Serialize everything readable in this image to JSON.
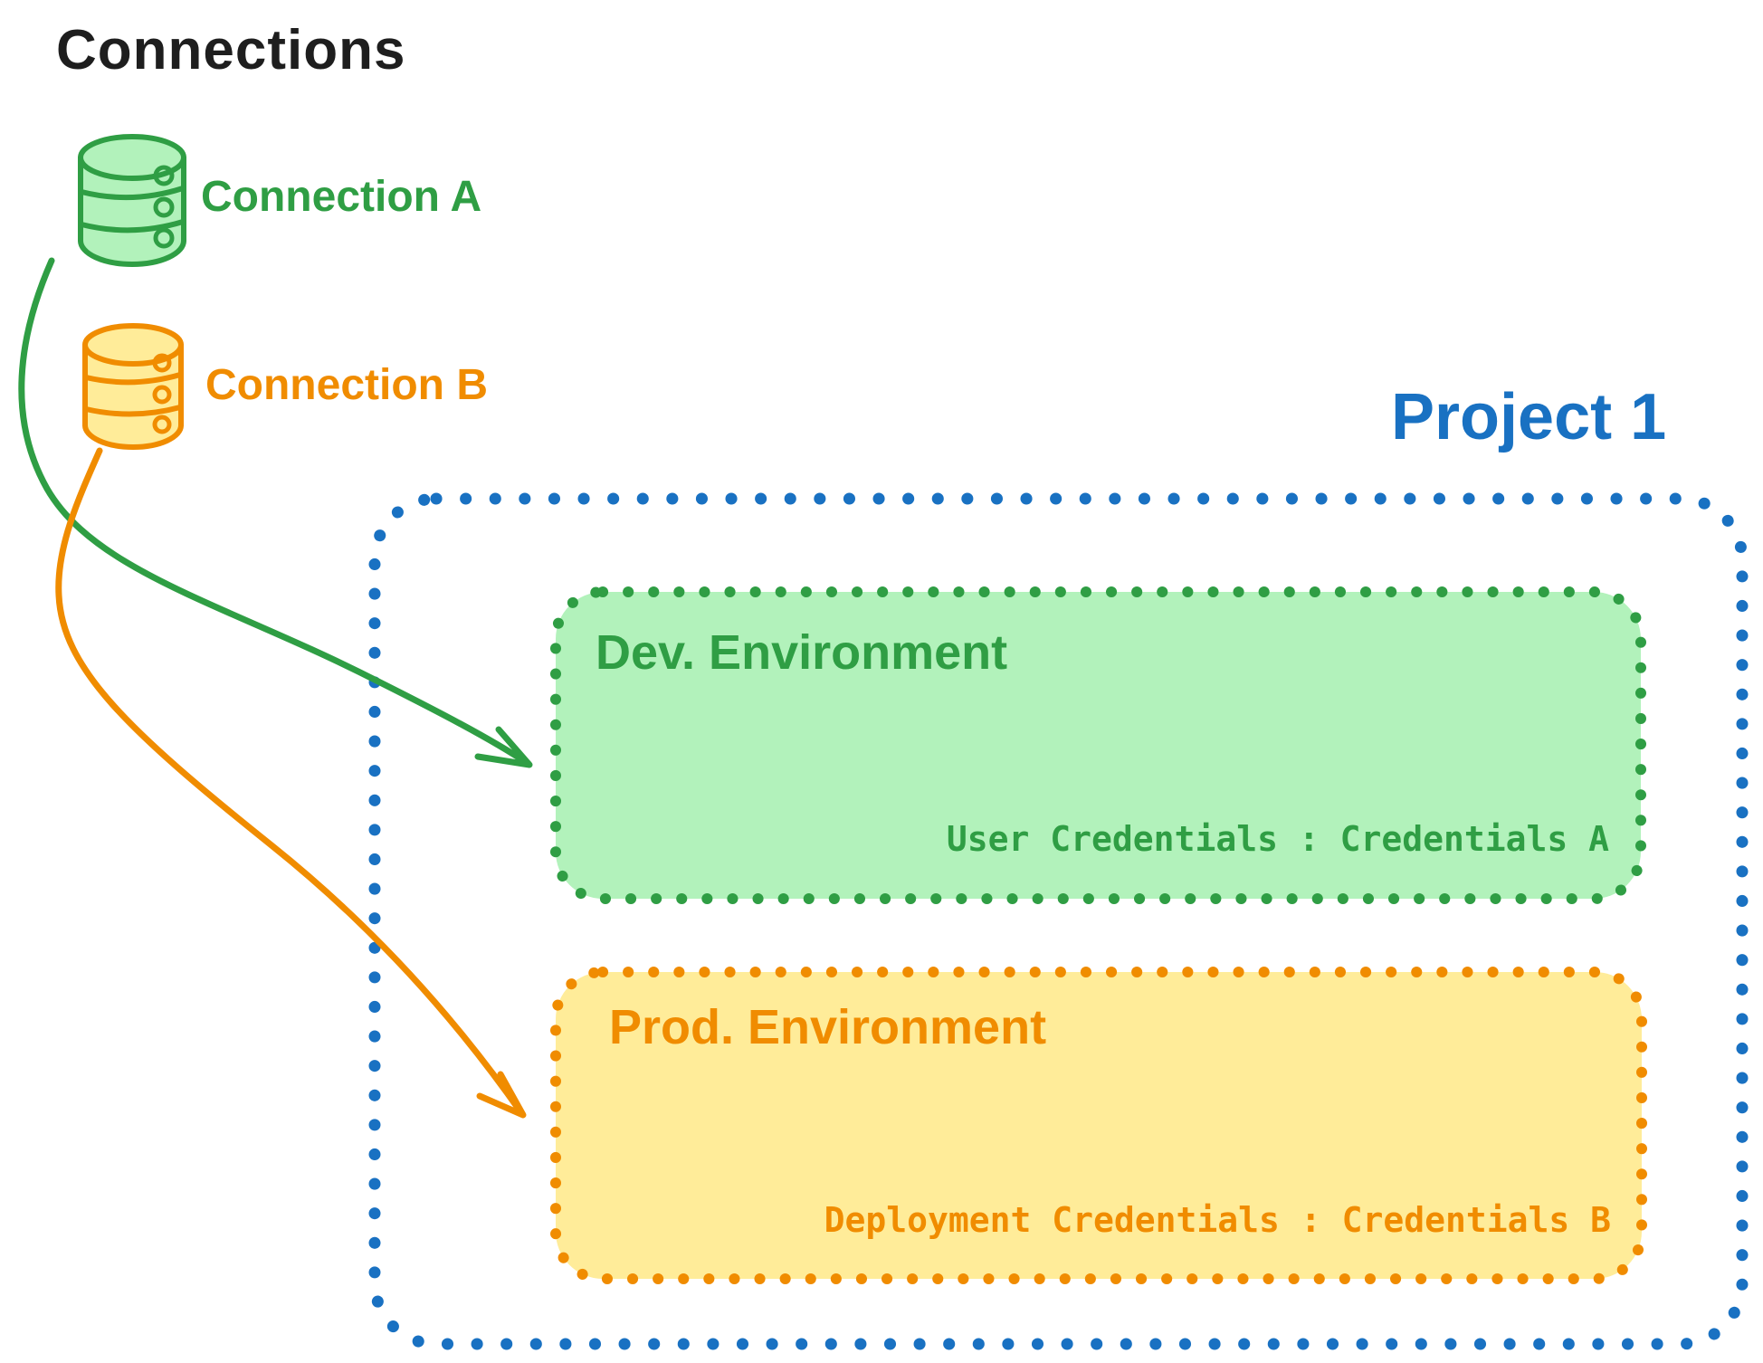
{
  "diagram_title": "Connections",
  "ink_color": "#1e1e1e",
  "connections": [
    {
      "label": "Connection A",
      "icon": "database-cylinder-icon",
      "stroke": "#2f9e44",
      "fill": "#b2f2bb"
    },
    {
      "label": "Connection B",
      "icon": "database-cylinder-icon",
      "stroke": "#f08c00",
      "fill": "#ffec99"
    }
  ],
  "project": {
    "label": "Project 1",
    "stroke": "#1971c2",
    "environments": [
      {
        "name": "Dev. Environment",
        "credentials_line": "User Credentials : Credentials A",
        "stroke": "#2f9e44",
        "fill": "#b2f2bb"
      },
      {
        "name": "Prod. Environment",
        "credentials_line": "Deployment Credentials : Credentials B",
        "stroke": "#f08c00",
        "fill": "#ffec99"
      }
    ]
  },
  "arrows": [
    {
      "from": "Connection A",
      "to": "Dev. Environment",
      "stroke": "#2f9e44"
    },
    {
      "from": "Connection B",
      "to": "Prod. Environment",
      "stroke": "#f08c00"
    }
  ]
}
